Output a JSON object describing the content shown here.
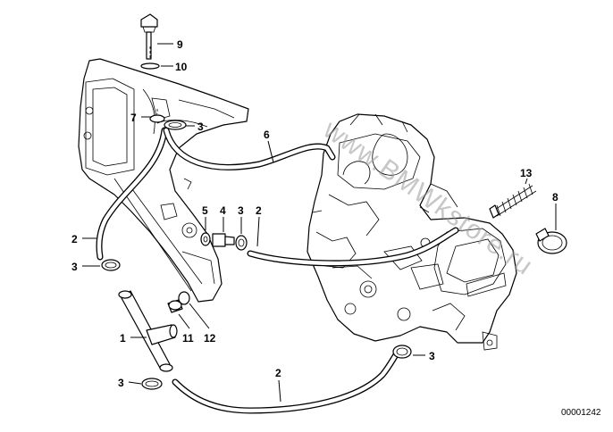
{
  "diagram": {
    "reference_number": "00001242",
    "watermark": "www.BMWkstore.ru",
    "callouts": [
      {
        "id": "c9",
        "label": "9"
      },
      {
        "id": "c10",
        "label": "10"
      },
      {
        "id": "c7",
        "label": "7"
      },
      {
        "id": "c3a",
        "label": "3"
      },
      {
        "id": "c6",
        "label": "6"
      },
      {
        "id": "c13",
        "label": "13"
      },
      {
        "id": "c8",
        "label": "8"
      },
      {
        "id": "c5",
        "label": "5"
      },
      {
        "id": "c4",
        "label": "4"
      },
      {
        "id": "c3b",
        "label": "3"
      },
      {
        "id": "c2a",
        "label": "2"
      },
      {
        "id": "c2b",
        "label": "2"
      },
      {
        "id": "c3c",
        "label": "3"
      },
      {
        "id": "c1",
        "label": "1"
      },
      {
        "id": "c11",
        "label": "11"
      },
      {
        "id": "c12",
        "label": "12"
      },
      {
        "id": "c3d",
        "label": "3"
      },
      {
        "id": "c2c",
        "label": "2"
      },
      {
        "id": "c3e",
        "label": "3"
      }
    ]
  }
}
